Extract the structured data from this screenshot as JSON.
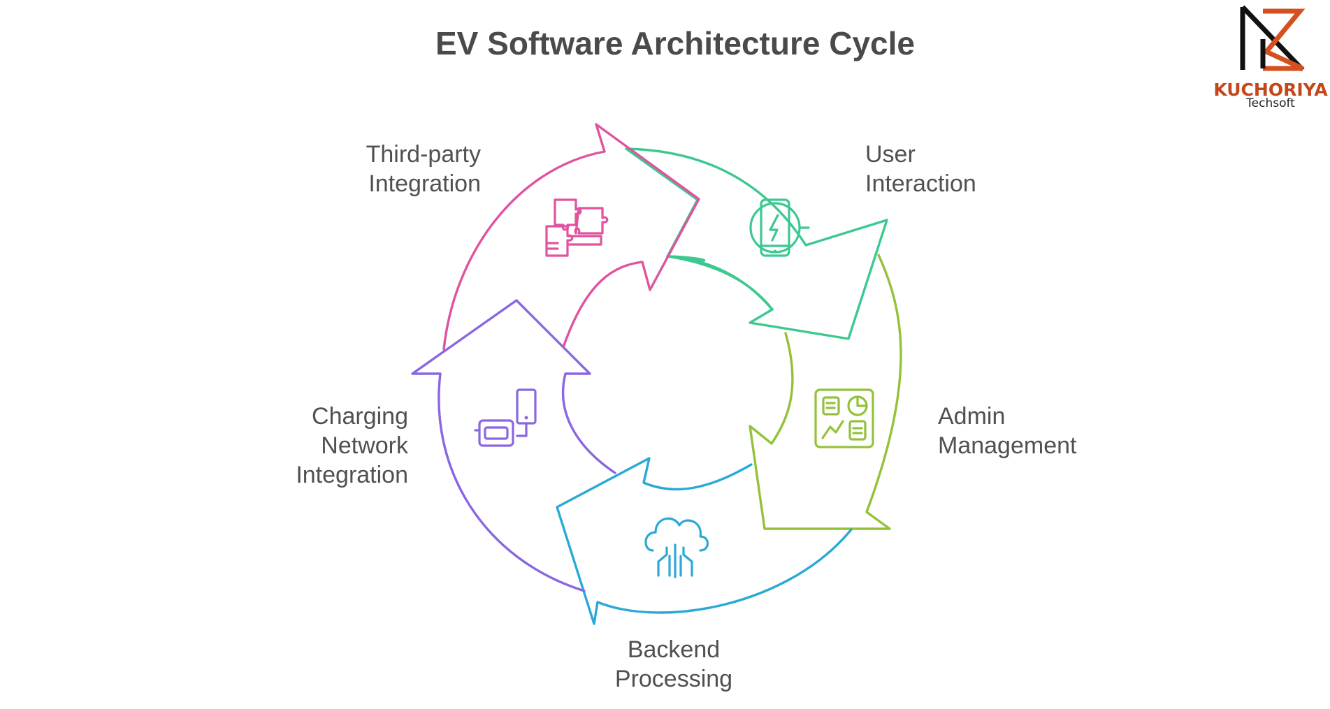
{
  "title": "EV Software Architecture Cycle",
  "logo": {
    "brand": "KUCHORIYA",
    "sub": "Techsoft",
    "colors": {
      "dark": "#111111",
      "accent": "#d4511f"
    }
  },
  "stages": [
    {
      "id": "user-interaction",
      "lines": [
        "User",
        "Interaction"
      ],
      "color": "#3cc88f",
      "icon": "phone-charging-icon"
    },
    {
      "id": "admin-management",
      "lines": [
        "Admin",
        "Management"
      ],
      "color": "#93c23a",
      "icon": "dashboard-icon"
    },
    {
      "id": "backend-processing",
      "lines": [
        "Backend",
        "Processing"
      ],
      "color": "#2aa9d6",
      "icon": "cloud-network-icon"
    },
    {
      "id": "charging-network-integration",
      "lines": [
        "Charging",
        "Network",
        "Integration"
      ],
      "color": "#8a66e3",
      "icon": "charger-icon"
    },
    {
      "id": "third-party-integration",
      "lines": [
        "Third-party",
        "Integration"
      ],
      "color": "#e0539f",
      "icon": "puzzle-icon"
    }
  ]
}
